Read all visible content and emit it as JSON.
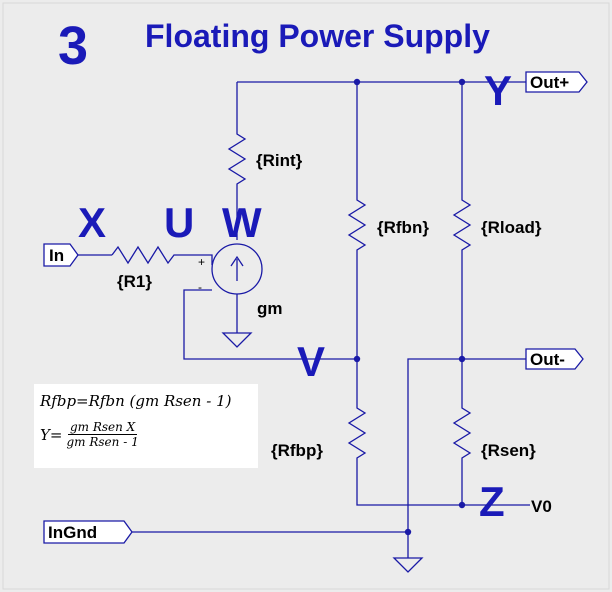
{
  "number": "3",
  "title": "Floating Power Supply",
  "node_labels": {
    "x": "X",
    "u": "U",
    "w": "W",
    "y": "Y",
    "v": "V",
    "z": "Z"
  },
  "ports": {
    "in": "In",
    "in_gnd": "InGnd",
    "out_plus": "Out+",
    "out_minus": "Out-",
    "v0": "V0"
  },
  "components": {
    "r1": "{R1}",
    "rint": "{Rint}",
    "rfbn": "{Rfbn}",
    "rload": "{Rload}",
    "rfbp": "{Rfbp}",
    "rsen": "{Rsen}",
    "gm": "gm",
    "plus": "+",
    "minus": "-"
  },
  "formula": {
    "line1": "Rfbp=Rfbn (gm Rsen - 1)",
    "line2_lhs": "Y=",
    "line2_num": "gm Rsen X",
    "line2_den": "gm Rsen - 1"
  }
}
